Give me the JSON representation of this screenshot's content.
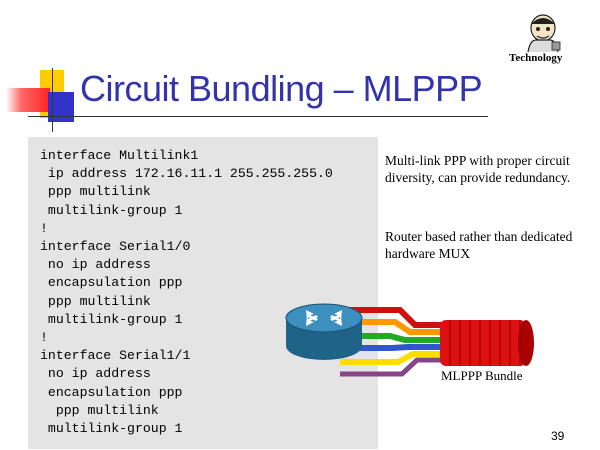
{
  "slide": {
    "title": "Circuit Bundling – MLPPP",
    "logo_text": "Technology",
    "code_lines": [
      "interface Multilink1",
      " ip address 172.16.11.1 255.255.255.0",
      " ppp multilink",
      " multilink-group 1",
      "!",
      "interface Serial1/0",
      " no ip address",
      " encapsulation ppp",
      " ppp multilink",
      " multilink-group 1",
      "!",
      "interface Serial1/1",
      " no ip address",
      " encapsulation ppp",
      "  ppp multilink",
      " multilink-group 1"
    ],
    "notes": [
      "Multi-link PPP with proper circuit diversity, can provide redundancy.",
      "Router based rather than dedicated hardware MUX"
    ],
    "bundle_label": "MLPPP Bundle",
    "page_number": "39"
  },
  "colors": {
    "title": "#3333aa",
    "code_background": "#e4e4e4",
    "bundle_red": "#dd1111",
    "router_blue": "#2f7fa8",
    "deco_yellow": "#ffcc00",
    "deco_red": "#ff3333",
    "deco_blue": "#3333cc"
  },
  "icons": [
    "router-icon",
    "mascot-logo-icon"
  ]
}
